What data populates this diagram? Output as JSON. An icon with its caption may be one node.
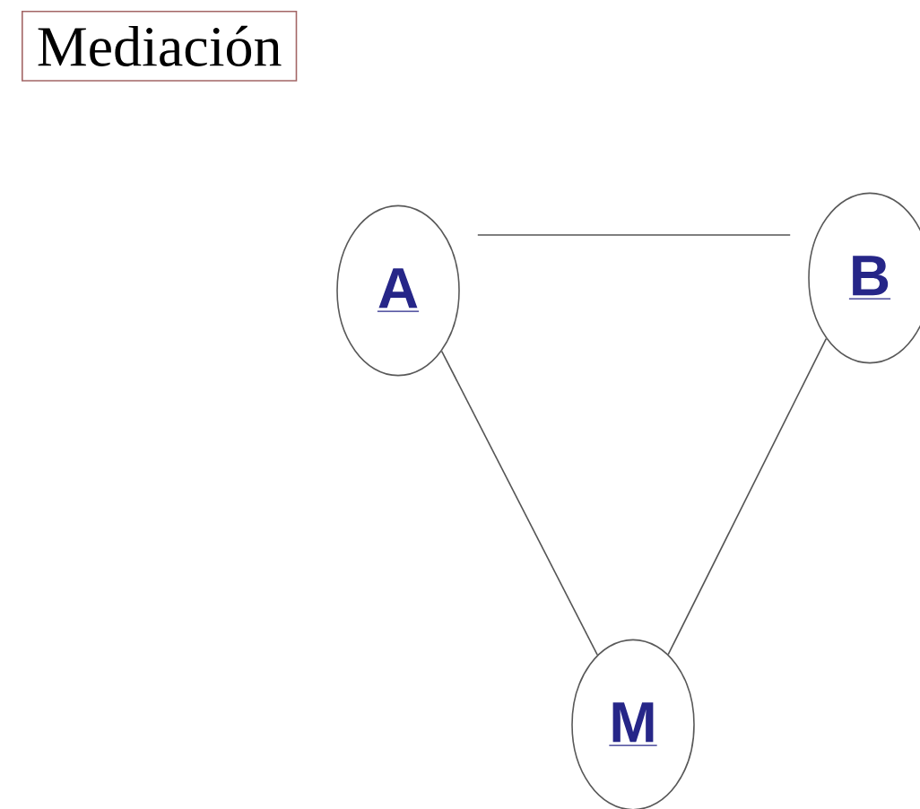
{
  "diagram": {
    "title": "Mediación",
    "nodes": [
      {
        "text": [
          "A"
        ]
      },
      {
        "text": [
          "B"
        ]
      },
      {
        "text": [
          "M"
        ]
      }
    ],
    "edges": [
      {
        "from": 0,
        "to": 1,
        "arrow": "none"
      },
      {
        "from": 0,
        "to": 2,
        "arrow": "none"
      },
      {
        "from": 1,
        "to": 2,
        "arrow": "none"
      }
    ]
  }
}
